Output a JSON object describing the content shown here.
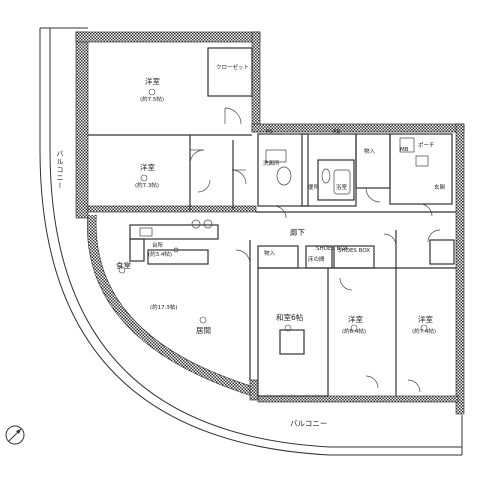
{
  "rooms": {
    "western_1": {
      "name": "洋室",
      "size": "(約7.5帖)"
    },
    "closet": {
      "name": "クローゼット"
    },
    "western_2": {
      "name": "洋室",
      "size": "(約7.3帖)"
    },
    "washroom": {
      "name": "洗面所"
    },
    "toilet": {
      "name": "便所"
    },
    "bath": {
      "name": "浴室"
    },
    "storage": {
      "name": "物入"
    },
    "porch": {
      "name": "ポーチ"
    },
    "entrance": {
      "name": "玄関"
    },
    "corridor": {
      "name": "廊下"
    },
    "kitchen": {
      "name": "台所",
      "size": "(約3.4帖)"
    },
    "dining": {
      "name": "食堂"
    },
    "living": {
      "name": "居間",
      "size": "(約17.3帖)"
    },
    "storage2": {
      "name": "物入"
    },
    "japanese": {
      "name": "和室6帖"
    },
    "western_3": {
      "name": "洋室",
      "size": "(約6.4帖)"
    },
    "western_4": {
      "name": "洋室",
      "size": "(約7.4帖)"
    }
  },
  "labels": {
    "balcony_bottom": "バルコニー",
    "balcony_side": "バルコニー",
    "ab": "AB",
    "mb": "MB",
    "ps": "PS",
    "toko": "床の間",
    "shelf_1": "SHOES BOX",
    "shelf_2": "SHOES BOX"
  },
  "icons": {
    "compass": "compass-north-icon"
  }
}
